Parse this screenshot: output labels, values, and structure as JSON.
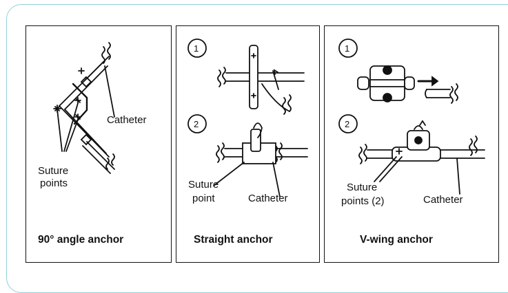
{
  "panels": [
    {
      "title": "90° angle anchor",
      "labels": {
        "catheter": "Catheter",
        "suture_line1": "Suture",
        "suture_line2": "points"
      }
    },
    {
      "title": "Straight anchor",
      "steps": [
        "1",
        "2"
      ],
      "labels": {
        "suture_line1": "Suture",
        "suture_line2": "point",
        "catheter": "Catheter"
      }
    },
    {
      "title": "V-wing anchor",
      "steps": [
        "1",
        "2"
      ],
      "labels": {
        "suture_line1": "Suture",
        "suture_line2": "points (2)",
        "catheter": "Catheter"
      }
    }
  ]
}
